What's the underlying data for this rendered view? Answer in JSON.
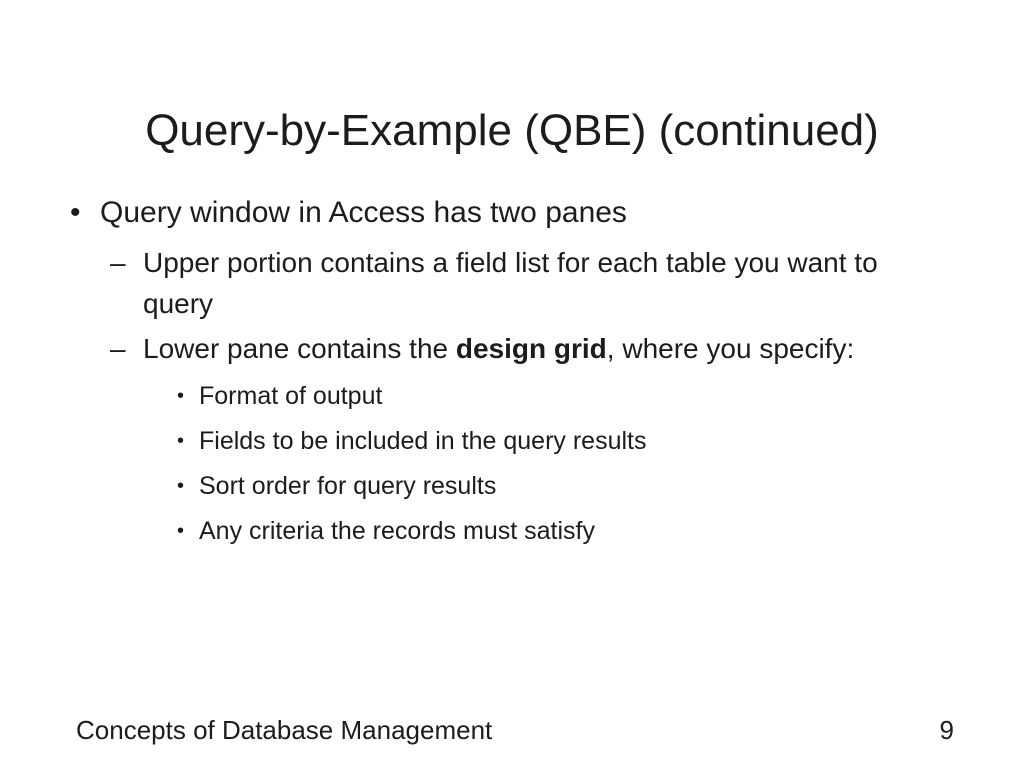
{
  "slide": {
    "title": "Query-by-Example (QBE) (continued)",
    "background_color": "#ffffff",
    "text_color": "#1c1c1c",
    "bullets": [
      {
        "level": 1,
        "marker": "•",
        "text": "Query window in Access has two panes"
      },
      {
        "level": 2,
        "marker": "–",
        "text": "Upper portion contains a field list for each table you want to query"
      },
      {
        "level": 2,
        "marker": "–",
        "text_before_bold": "Lower pane contains the ",
        "bold_text": "design grid",
        "text_after_bold": ", where you specify:"
      },
      {
        "level": 3,
        "marker": "•",
        "text": "Format of output"
      },
      {
        "level": 3,
        "marker": "•",
        "text": "Fields to be included in the query results"
      },
      {
        "level": 3,
        "marker": "•",
        "text": "Sort order for query results"
      },
      {
        "level": 3,
        "marker": "•",
        "text": "Any criteria the records must satisfy"
      }
    ]
  },
  "footer": {
    "book_title": "Concepts of Database Management",
    "page_number": "9"
  }
}
